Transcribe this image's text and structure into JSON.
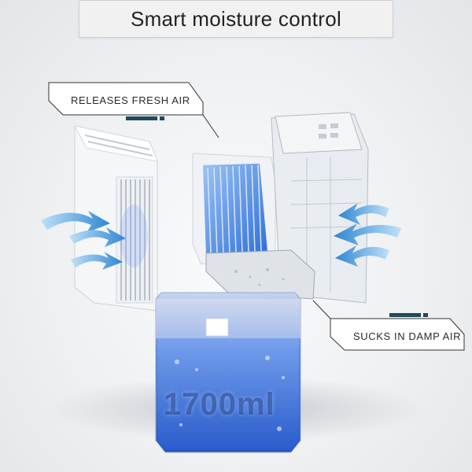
{
  "header": {
    "title": "Smart moisture control"
  },
  "callouts": {
    "fresh_air": "RELEASES FRESH AIR",
    "damp_air": "SUCKS IN DAMP AIR"
  },
  "tank": {
    "capacity_label": "1700ml"
  },
  "colors": {
    "accent_teal": "#1f4a5c",
    "airflow_blue": "#3b8fd6",
    "tank_blue": "#2f6ee0",
    "heat_sink_blue": "#3d86e8"
  },
  "icons": [
    "airflow-arrow-icon"
  ]
}
